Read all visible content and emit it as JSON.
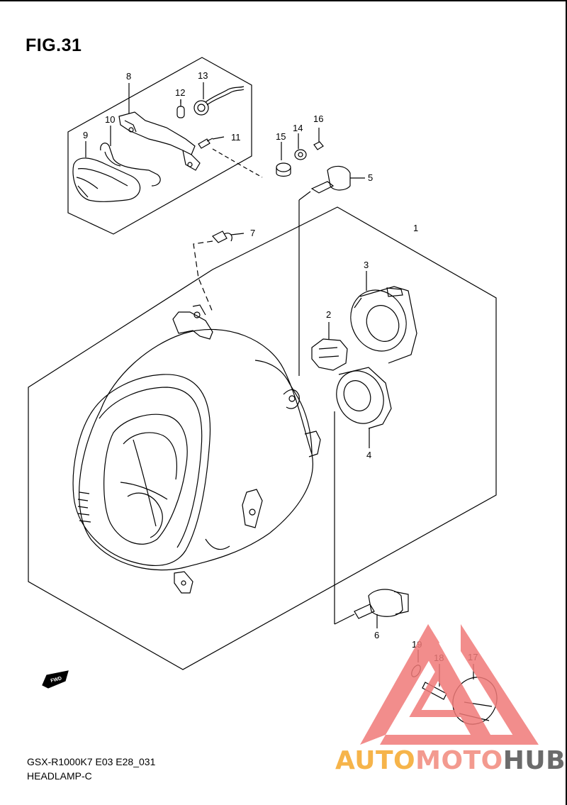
{
  "figure": {
    "title": "FIG.31"
  },
  "footer": {
    "model_code": "GSX-R1000K7 E03 E28_031",
    "section_name": "HEADLAMP-C"
  },
  "fwd_label": "FWD",
  "watermark": {
    "brand_part1": "AUTO",
    "brand_part2": "MOTO",
    "brand_part3": "HUB",
    "colors": {
      "part1": "#f6b44a",
      "part2": "#f39a8f",
      "part3": "#6b6b6b",
      "triangle": "#f07a78"
    }
  },
  "callouts": [
    {
      "id": "c1",
      "label": "1"
    },
    {
      "id": "c2",
      "label": "2"
    },
    {
      "id": "c3",
      "label": "3"
    },
    {
      "id": "c4",
      "label": "4"
    },
    {
      "id": "c5",
      "label": "5"
    },
    {
      "id": "c6",
      "label": "6"
    },
    {
      "id": "c7",
      "label": "7"
    },
    {
      "id": "c8",
      "label": "8"
    },
    {
      "id": "c9",
      "label": "9"
    },
    {
      "id": "c10",
      "label": "10"
    },
    {
      "id": "c11",
      "label": "11"
    },
    {
      "id": "c12",
      "label": "12"
    },
    {
      "id": "c13",
      "label": "13"
    },
    {
      "id": "c14",
      "label": "14"
    },
    {
      "id": "c15",
      "label": "15"
    },
    {
      "id": "c16",
      "label": "16"
    },
    {
      "id": "c17",
      "label": "17"
    },
    {
      "id": "c18",
      "label": "18"
    },
    {
      "id": "c19",
      "label": "19"
    }
  ]
}
